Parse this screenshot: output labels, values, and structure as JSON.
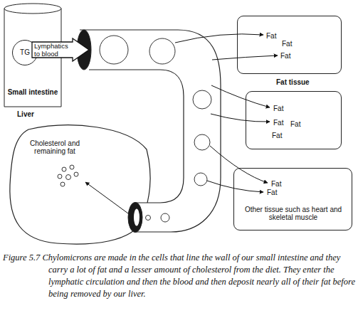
{
  "diagram": {
    "caption": "Figure 5.7 Chylomicrons are made in the cells that line the wall of our small intestine and they carry a lot of fat and a lesser amount of cholesterol from the diet. They enter the lymphatic circulation and then the blood and then deposit nearly all of their fat before being removed by our liver.",
    "nodes": [
      {
        "text": [
          "Small intestine"
        ]
      },
      {
        "text": [
          "TG"
        ],
        "in": 0
      },
      {
        "text": [
          "Lymphatics to blood"
        ]
      },
      {
        "text": [
          "Fat",
          "Fat",
          "Fat"
        ]
      },
      {
        "text": [
          "Fat",
          "Fat",
          "Fat",
          "Fat"
        ]
      },
      {
        "text": [
          "Liver",
          "Cholesterol and remaining fat"
        ]
      },
      {
        "text": [
          "Fat",
          "Fat",
          "Other tissue such as heart and skeletal muscle"
        ]
      }
    ],
    "labels": [
      "Fat tissue"
    ]
  }
}
